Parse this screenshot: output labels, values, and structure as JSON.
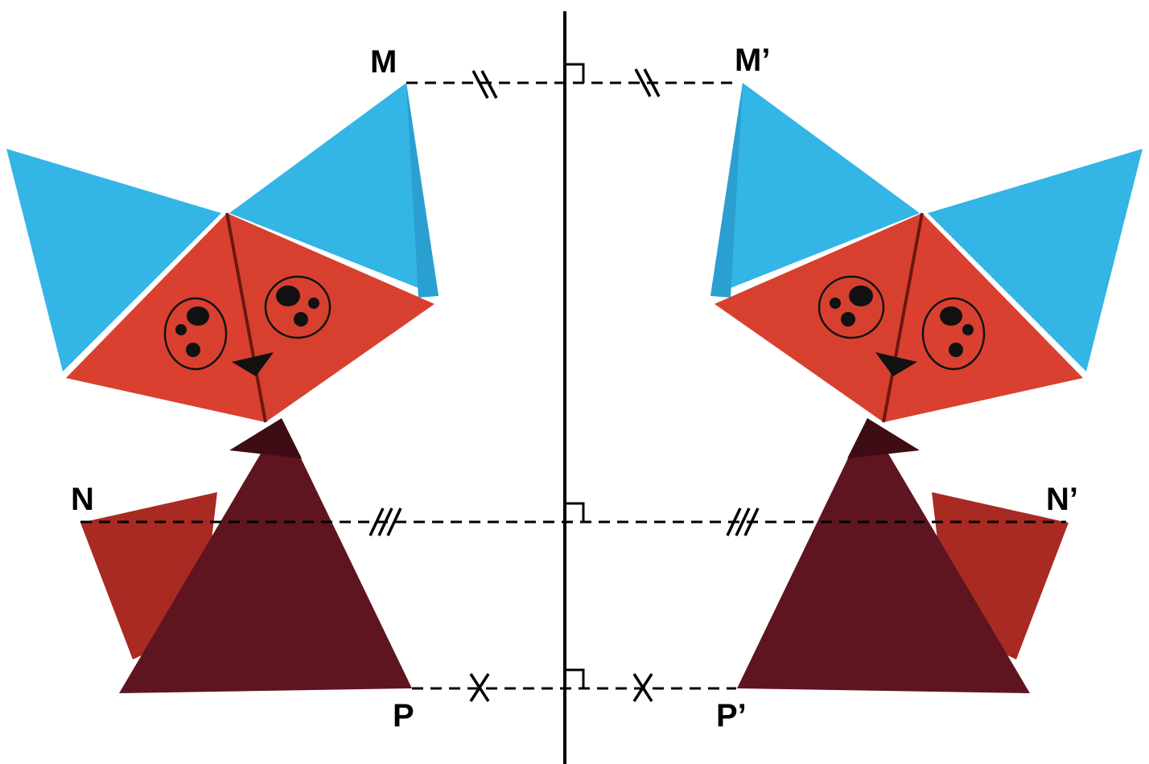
{
  "labels": {
    "m": "M",
    "m_prime": "M’",
    "n": "N",
    "n_prime": "N’",
    "p": "P",
    "p_prime": "P’"
  },
  "colors": {
    "ear_blue": "#33b5e5",
    "ear_blue_dark": "#2a9fd0",
    "head_red": "#d94030",
    "head_red_dark": "#b8302a",
    "body_maroon": "#5e1520",
    "body_maroon_dark": "#3e0c14",
    "tail_red": "#a82a22",
    "ink": "#000000"
  }
}
